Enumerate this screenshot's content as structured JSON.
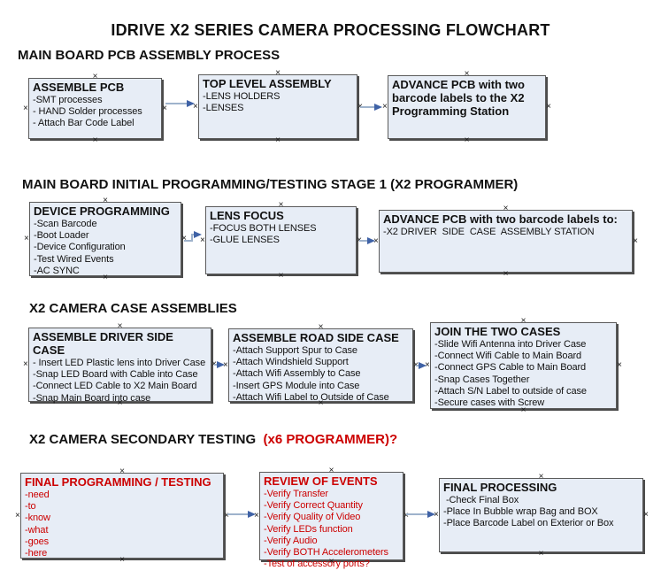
{
  "title": "IDRIVE X2  SERIES CAMERA PROCESSING FLOWCHART",
  "colors": {
    "box_fill": "#e7edf6",
    "box_border": "#5b5b5b",
    "arrow_line": "#9fb3cc",
    "arrow_head": "#3f62a6",
    "red_text": "#cc0000",
    "black_text": "#111111"
  },
  "icons": {
    "connection_point": "x-cross-icon"
  },
  "sections": [
    {
      "heading": "MAIN BOARD PCB ASSEMBLY PROCESS",
      "boxes": [
        {
          "title": "ASSEMBLE PCB",
          "lines": [
            "-SMT processes",
            "- HAND Solder processes",
            "- Attach Bar Code Label"
          ]
        },
        {
          "title": "TOP LEVEL ASSEMBLY",
          "lines": [
            "-LENS HOLDERS",
            "-LENSES"
          ]
        },
        {
          "title": "ADVANCE PCB with two barcode labels to the  X2 Programming Station",
          "lines": []
        }
      ]
    },
    {
      "heading": "MAIN BOARD INITIAL PROGRAMMING/TESTING STAGE 1 (X2 PROGRAMMER)",
      "boxes": [
        {
          "title": "DEVICE PROGRAMMING",
          "lines": [
            "-Scan Barcode",
            "-Boot Loader",
            "-Device Configuration",
            "-Test Wired Events",
            "-AC SYNC"
          ]
        },
        {
          "title": "LENS FOCUS",
          "lines": [
            "-FOCUS BOTH LENSES",
            "-GLUE LENSES"
          ]
        },
        {
          "title": "ADVANCE PCB with two barcode labels to:",
          "lines": [
            "-X2 DRIVER  SIDE  CASE  ASSEMBLY STATION"
          ]
        }
      ]
    },
    {
      "heading": "X2 CAMERA CASE ASSEMBLIES",
      "boxes": [
        {
          "title": "ASSEMBLE DRIVER SIDE CASE",
          "lines": [
            "- Insert LED Plastic lens into Driver Case",
            "-Snap LED Board with Cable into Case",
            "-Connect LED Cable to X2 Main Board",
            "-Snap Main Board into case"
          ]
        },
        {
          "title": "ASSEMBLE ROAD SIDE CASE",
          "lines": [
            "-Attach Support Spur to Case",
            "-Attach Windshield Support",
            "-Attach Wifi Assembly to Case",
            "-Insert GPS Module into Case",
            "-Attach Wifi Label to Outside of Case"
          ]
        },
        {
          "title": "JOIN THE TWO CASES",
          "lines": [
            "-Slide Wifi Antenna into Driver Case",
            "-Connect Wifi Cable to Main Board",
            "-Connect GPS Cable to Main Board",
            "-Snap Cases Together",
            "-Attach S/N Label to outside of case",
            "-Secure cases with Screw"
          ]
        }
      ]
    },
    {
      "heading": "X2 CAMERA SECONDARY TESTING ",
      "heading_red": " (x6 PROGRAMMER)?",
      "boxes": [
        {
          "title": "FINAL PROGRAMMING / TESTING",
          "lines": [
            "-need",
            "-to",
            "-know",
            "-what",
            "-goes",
            "-here"
          ]
        },
        {
          "title": "REVIEW OF EVENTS",
          "lines": [
            "-Verify Transfer",
            "-Verify Correct Quantity",
            "-Verify Quality of Video",
            "-Verify LEDs function",
            "-Verify Audio",
            "-Verify BOTH Accelerometers",
            "-Test of accessory ports?"
          ]
        },
        {
          "title": "FINAL PROCESSING",
          "lines": [
            " -Check Final Box",
            "-Place In Bubble wrap Bag and BOX",
            "-Place Barcode Label on Exterior or Box"
          ]
        }
      ]
    }
  ]
}
